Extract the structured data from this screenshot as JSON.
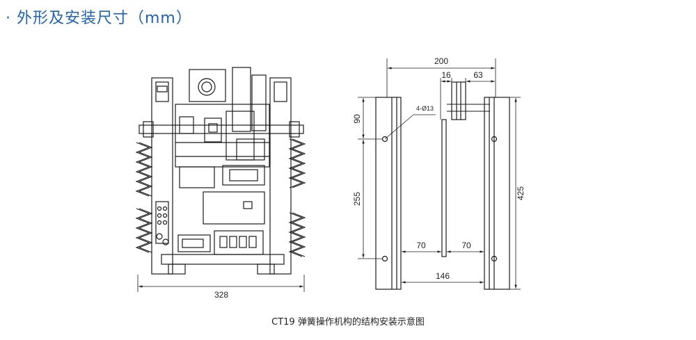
{
  "header": {
    "bullet": "·",
    "title": "外形及安装尺寸（mm）"
  },
  "front_view": {
    "width_label": "328"
  },
  "side_view": {
    "overall_width": "200",
    "gap_width": "16",
    "offset_width": "63",
    "hole_spec": "4-Ø13",
    "top_offset": "90",
    "hole_spacing_v": "255",
    "overall_height": "425",
    "half_spacing_left": "70",
    "half_spacing_right": "70",
    "bottom_width": "146"
  },
  "caption": "CT19 弹簧操作机构的结构安装示意图",
  "colors": {
    "heading": "#1f63b6",
    "line": "#1a1a1a"
  }
}
